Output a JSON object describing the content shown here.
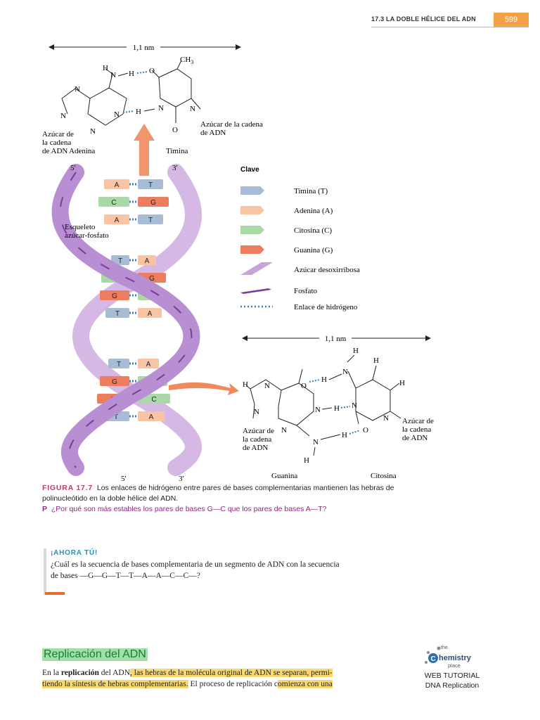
{
  "header": {
    "title": "17.3 LA DOBLE HÉLICE DEL ADN",
    "page_number": "599"
  },
  "figure": {
    "top_structure": {
      "distance": "1,1 nm",
      "atoms": {
        "h": "H",
        "n": "N",
        "o": "O",
        "ch3": "CH",
        "ch3_sub": "3"
      },
      "hbond_a": "H",
      "hbond_b": "H",
      "sugar_left": [
        "Azúcar de",
        "la cadena",
        "de ADN"
      ],
      "sugar_right": [
        "Azúcar de la cadena",
        "de ADN"
      ],
      "name_left": "Adenina",
      "name_right": "Timina"
    },
    "helix": {
      "end_top_left": "5'",
      "end_top_right": "3'",
      "end_bottom_left": "5'",
      "end_bottom_right": "3'",
      "backbone_label": [
        "Esqueleto",
        "azúcar-fosfato"
      ],
      "pairs": [
        {
          "left": "A",
          "right": "T"
        },
        {
          "left": "C",
          "right": "G"
        },
        {
          "left": "A",
          "right": "T"
        },
        {
          "left": "T",
          "right": "A"
        },
        {
          "left": "C",
          "right": "G"
        },
        {
          "left": "G",
          "right": "C"
        },
        {
          "left": "",
          "right": "A"
        },
        {
          "left": "T",
          "right": "A"
        },
        {
          "left": "G",
          "right": "C"
        },
        {
          "left": "G",
          "right": "C"
        },
        {
          "left": "T",
          "right": "A"
        }
      ]
    },
    "key": {
      "title": "Clave",
      "items": [
        {
          "label": "Timina (T)",
          "color": "#a9bcd6"
        },
        {
          "label": "Adenina (A)",
          "color": "#f9c4a4"
        },
        {
          "label": "Citosina (C)",
          "color": "#a8d9a7"
        },
        {
          "label": "Guanina (G)",
          "color": "#ee7d60"
        },
        {
          "label": "Azúcar desoxirribosa",
          "color": "#c9a4d8"
        },
        {
          "label": "Fosfato",
          "color": "#7a3d9a"
        },
        {
          "label": "Enlace de hidrógeno",
          "color": "#3b7fb8"
        }
      ]
    },
    "bottom_structure": {
      "distance": "1,1 nm",
      "atoms": {
        "h": "H",
        "n": "N",
        "o": "O"
      },
      "sugar_left": [
        "Azúcar de",
        "la cadena",
        "de ADN"
      ],
      "sugar_right": [
        "Azúcar de",
        "la cadena",
        "de ADN"
      ],
      "name_left": "Guanina",
      "name_right": "Citosina"
    },
    "caption": {
      "label": "FIGURA 17.7",
      "line1": "Los enlaces de hidrógeno entre pares de bases complementarias mantienen las hebras de",
      "line2": "polinucleótido en la doble hélice del ADN.",
      "question_marker": "P",
      "question": "¿Por qué son más estables los pares de bases G—C que los pares de bases A—T?"
    }
  },
  "ahora": {
    "title": "¡AHORA TÚ!",
    "line1": "¿Cuál es la secuencia de bases complementaria de un segmento de ADN con la secuencia",
    "line2": "de bases —G—G—T—T—A—A—C—C—?"
  },
  "section": {
    "title": "Replicación del ADN"
  },
  "body": {
    "line1_a": "En la ",
    "line1_bold": "replicación",
    "line1_b": " del ADN",
    "line1_hl": ", las hebras de la molécula original de ADN se separan, permi-",
    "line2_hl": "tiendo la síntesis de hebras complementarias.",
    "line2_b": " El proceso de replicación c",
    "line2_hl2": "omienza con una"
  },
  "web_tutorial": {
    "logo_the": "the",
    "logo_c": "C",
    "logo_hemistry": "hemistry",
    "logo_place": "place",
    "line1": "WEB TUTORIAL",
    "line2": "DNA Replication"
  }
}
